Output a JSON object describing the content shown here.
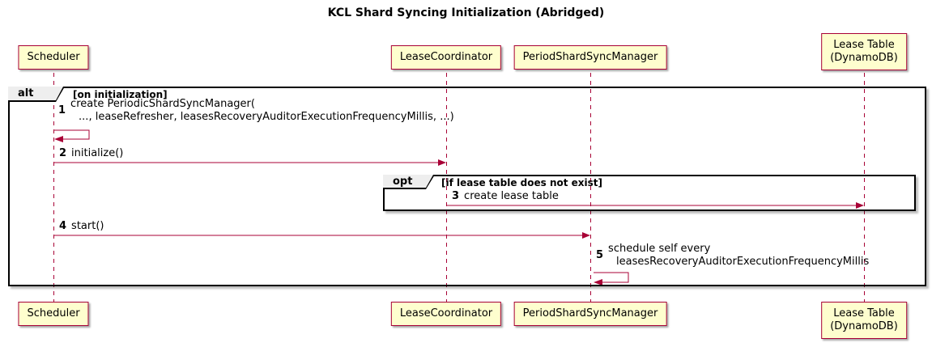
{
  "title": "KCL Shard Syncing Initialization (Abridged)",
  "participants": {
    "scheduler": {
      "label": "Scheduler"
    },
    "lease_coordinator": {
      "label": "LeaseCoordinator"
    },
    "period_shard_sync_manager": {
      "label": "PeriodShardSyncManager"
    },
    "lease_table": {
      "line1": "Lease Table",
      "line2": "(DynamoDB)"
    }
  },
  "frames": {
    "alt": {
      "keyword": "alt",
      "condition": "[on initialization]"
    },
    "opt": {
      "keyword": "opt",
      "condition": "[if lease table does not exist]"
    }
  },
  "messages": {
    "m1": {
      "num": "1",
      "line1": "create PeriodicShardSyncManager(",
      "line2": "..., leaseRefresher, leasesRecoveryAuditorExecutionFrequencyMillis, ...)"
    },
    "m2": {
      "num": "2",
      "text": "initialize()"
    },
    "m3": {
      "num": "3",
      "text": "create lease table"
    },
    "m4": {
      "num": "4",
      "text": "start()"
    },
    "m5": {
      "num": "5",
      "line1": "schedule self every",
      "line2": "leasesRecoveryAuditorExecutionFrequencyMillis"
    }
  },
  "colors": {
    "participant_fill": "#FEFECE",
    "participant_border": "#A80036",
    "arrow": "#A80036",
    "lifeline": "#A80036",
    "frame_border": "#000000",
    "frame_label_fill": "#EEEEEE",
    "background": "#FFFFFF"
  }
}
